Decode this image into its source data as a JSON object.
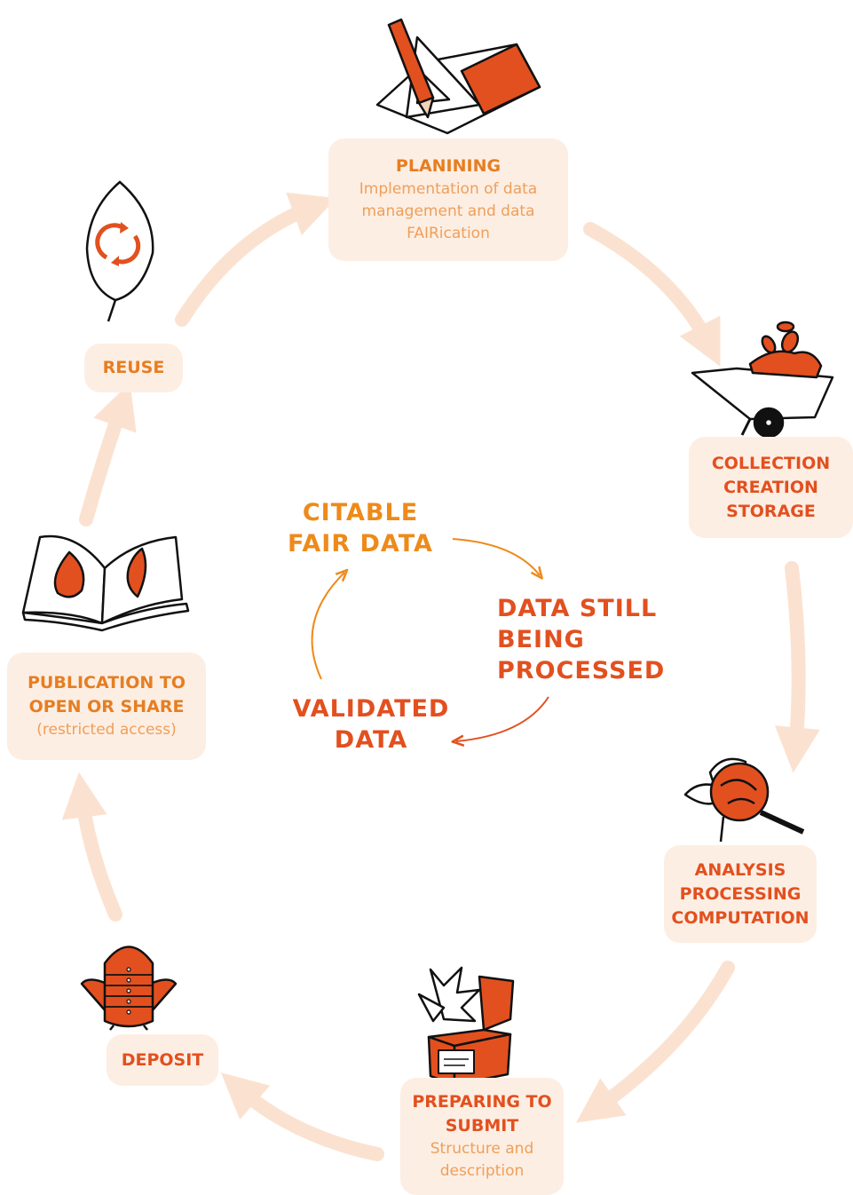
{
  "stages": {
    "planning": {
      "title": "PLANINING",
      "lines": [
        "Implementation of data",
        "management and data",
        "FAIRication"
      ]
    },
    "collection": {
      "lines": [
        "COLLECTION",
        "CREATION",
        "STORAGE"
      ]
    },
    "analysis": {
      "lines": [
        "ANALYSIS",
        "PROCESSING",
        "COMPUTATION"
      ]
    },
    "preparing": {
      "title_lines": [
        "PREPARING TO",
        "SUBMIT"
      ],
      "lines": [
        "Structure and",
        "description"
      ]
    },
    "deposit": {
      "title": "DEPOSIT"
    },
    "publication": {
      "title_lines": [
        "PUBLICATION TO",
        "OPEN OR SHARE"
      ],
      "note": "(restricted access)"
    },
    "reuse": {
      "title": "REUSE"
    }
  },
  "inner_cycle": {
    "citable": [
      "CITABLE",
      "FAIR DATA"
    ],
    "processing": [
      "DATA STILL",
      "BEING",
      "PROCESSED"
    ],
    "validated": [
      "VALIDATED",
      "DATA"
    ]
  },
  "colors": {
    "box_fill": "#fdeee3",
    "big_arrow": "#fbe2d0",
    "title_orange": "#e67e22",
    "title_red": "#e2501f",
    "description": "#ee9f5a",
    "icon_orange": "#e2501f"
  },
  "icons": [
    "pencil-ruler-paper-icon",
    "wheelbarrow-leaves-icon",
    "magnifier-leaf-icon",
    "box-plant-icon",
    "cabinet-pod-icon",
    "open-book-leaves-icon",
    "leaf-recycle-icon"
  ]
}
